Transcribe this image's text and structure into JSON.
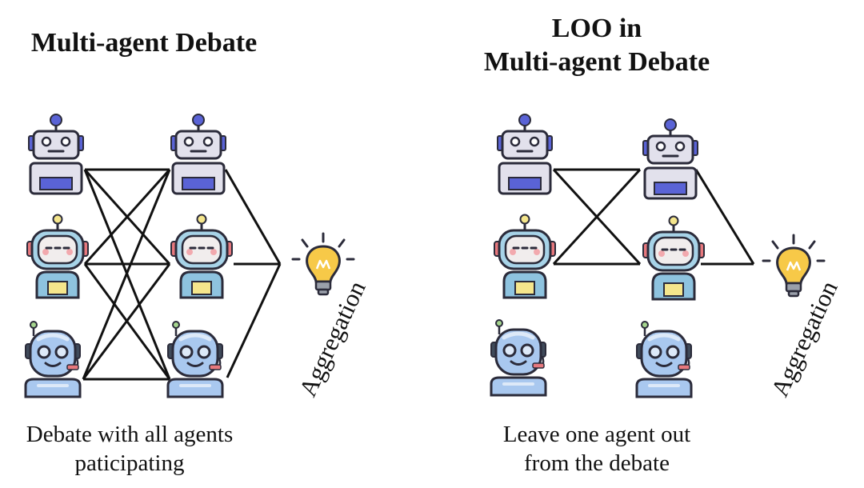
{
  "left_panel": {
    "title": "Multi-agent Debate",
    "caption_line1": "Debate with all agents",
    "caption_line2": "paticipating",
    "aggregation_label": "Aggregation"
  },
  "right_panel": {
    "title_line1": "LOO in",
    "title_line2": "Multi-agent Debate",
    "caption_line1": "Leave one agent out",
    "caption_line2": "from the debate",
    "aggregation_label": "Aggregation"
  },
  "colors": {
    "outline": "#2b2b3a",
    "robot_body": "#e2e1ec",
    "robot_accent": "#5a63d6",
    "teal_head": "#a7d3e8",
    "teal_face": "#f1eded",
    "teal_ear": "#e7787d",
    "teal_body": "#8ec3df",
    "teal_chest": "#f5e68c",
    "head_blue": "#a9c8ef",
    "head_face": "#dde9f8",
    "head_dark": "#3f4a5a",
    "bulb": "#f7c948",
    "bulb_base": "#9aa0aa"
  },
  "icons": [
    "robot-icon",
    "teal-robot-icon",
    "headset-robot-icon",
    "lightbulb-icon"
  ]
}
